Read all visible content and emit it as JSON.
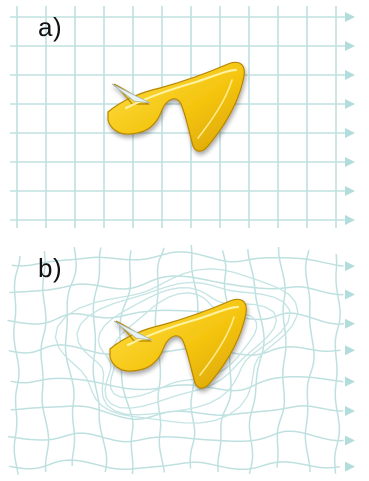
{
  "panels": [
    {
      "label": "a)",
      "grid": "regular"
    },
    {
      "label": "b)",
      "grid": "deformed"
    }
  ],
  "colors": {
    "grid_line": "#bfe0e0",
    "arrow": "#b3dcdc",
    "contour": "#c4e4e4",
    "shape_fill": "#f7cc16",
    "shape_highlight": "#fff6b0",
    "shape_shade": "#c89400",
    "shape_edge": "#a87a00"
  },
  "icons": [
    "arrowhead-icon"
  ]
}
